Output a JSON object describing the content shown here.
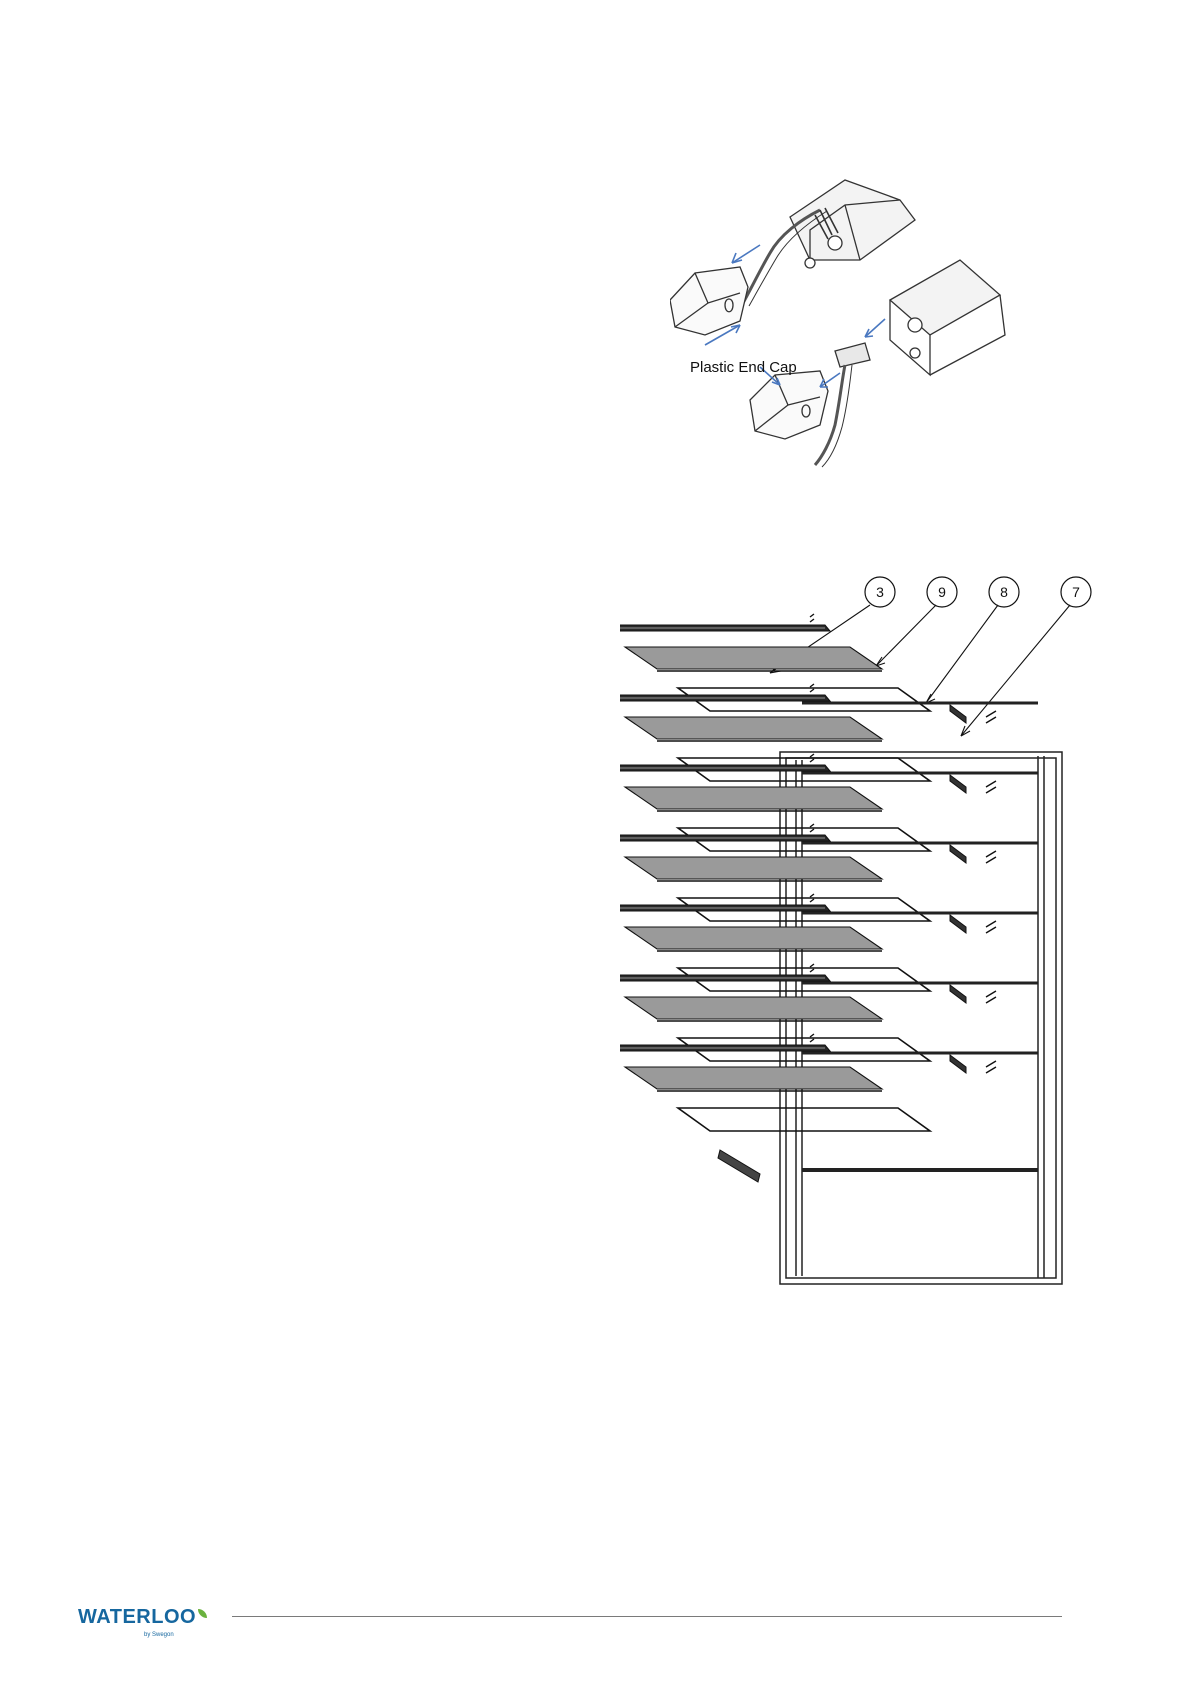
{
  "figures": {
    "end_cap": {
      "label": "Plastic End Cap"
    },
    "louvre": {
      "callouts": [
        "3",
        "9",
        "8",
        "7"
      ]
    }
  },
  "footer": {
    "brand": "WATERLOO",
    "sub_brand": "by Swegon",
    "colors": {
      "brand_blue": "#16679f",
      "leaf_green": "#6ab23e",
      "rule_gray": "#7a7a7a"
    }
  }
}
